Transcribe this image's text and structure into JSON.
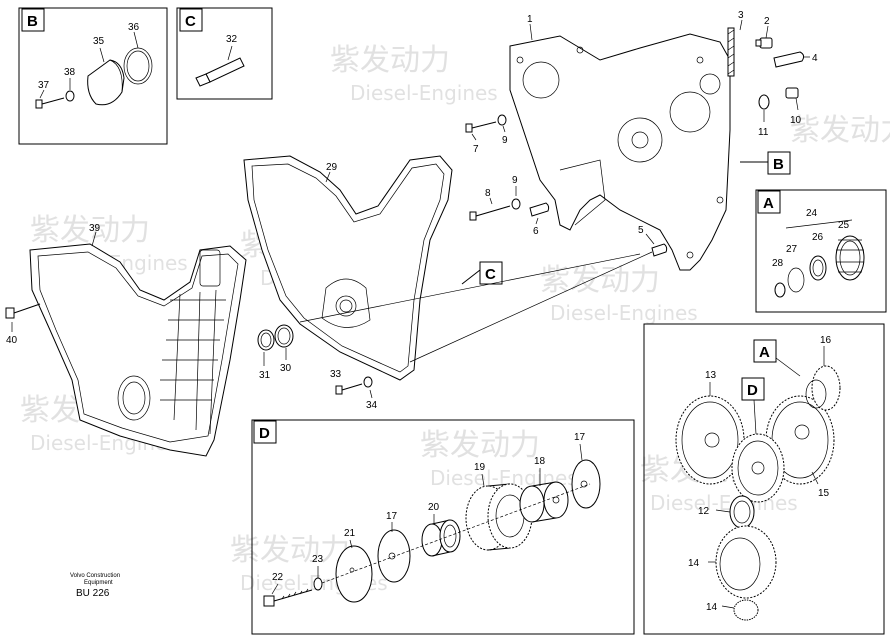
{
  "watermark": {
    "cn": "紫发动力",
    "en": "Diesel-Engines"
  },
  "footer": {
    "maker": "Volvo Construction",
    "sub": "Equipment",
    "code": "BU 226"
  },
  "boxes": {
    "B": "B",
    "C": "C",
    "D": "D",
    "A": "A",
    "callout_B": "B",
    "callout_C": "C",
    "callout_A": "A",
    "callout_D": "D"
  },
  "labels": {
    "p1": "1",
    "p2": "2",
    "p3": "3",
    "p4": "4",
    "p5": "5",
    "p6": "6",
    "p7": "7",
    "p8": "8",
    "p9a": "9",
    "p9b": "9",
    "p10": "10",
    "p11": "11",
    "p12": "12",
    "p13": "13",
    "p14a": "14",
    "p14b": "14",
    "p15": "15",
    "p16": "16",
    "p17a": "17",
    "p17b": "17",
    "p18": "18",
    "p19": "19",
    "p20": "20",
    "p21": "21",
    "p22": "22",
    "p23": "23",
    "p24": "24",
    "p25": "25",
    "p26": "26",
    "p27": "27",
    "p28": "28",
    "p29": "29",
    "p30": "30",
    "p31": "31",
    "p32": "32",
    "p33": "33",
    "p34": "34",
    "p35": "35",
    "p36": "36",
    "p37": "37",
    "p38": "38",
    "p39": "39",
    "p40": "40"
  }
}
